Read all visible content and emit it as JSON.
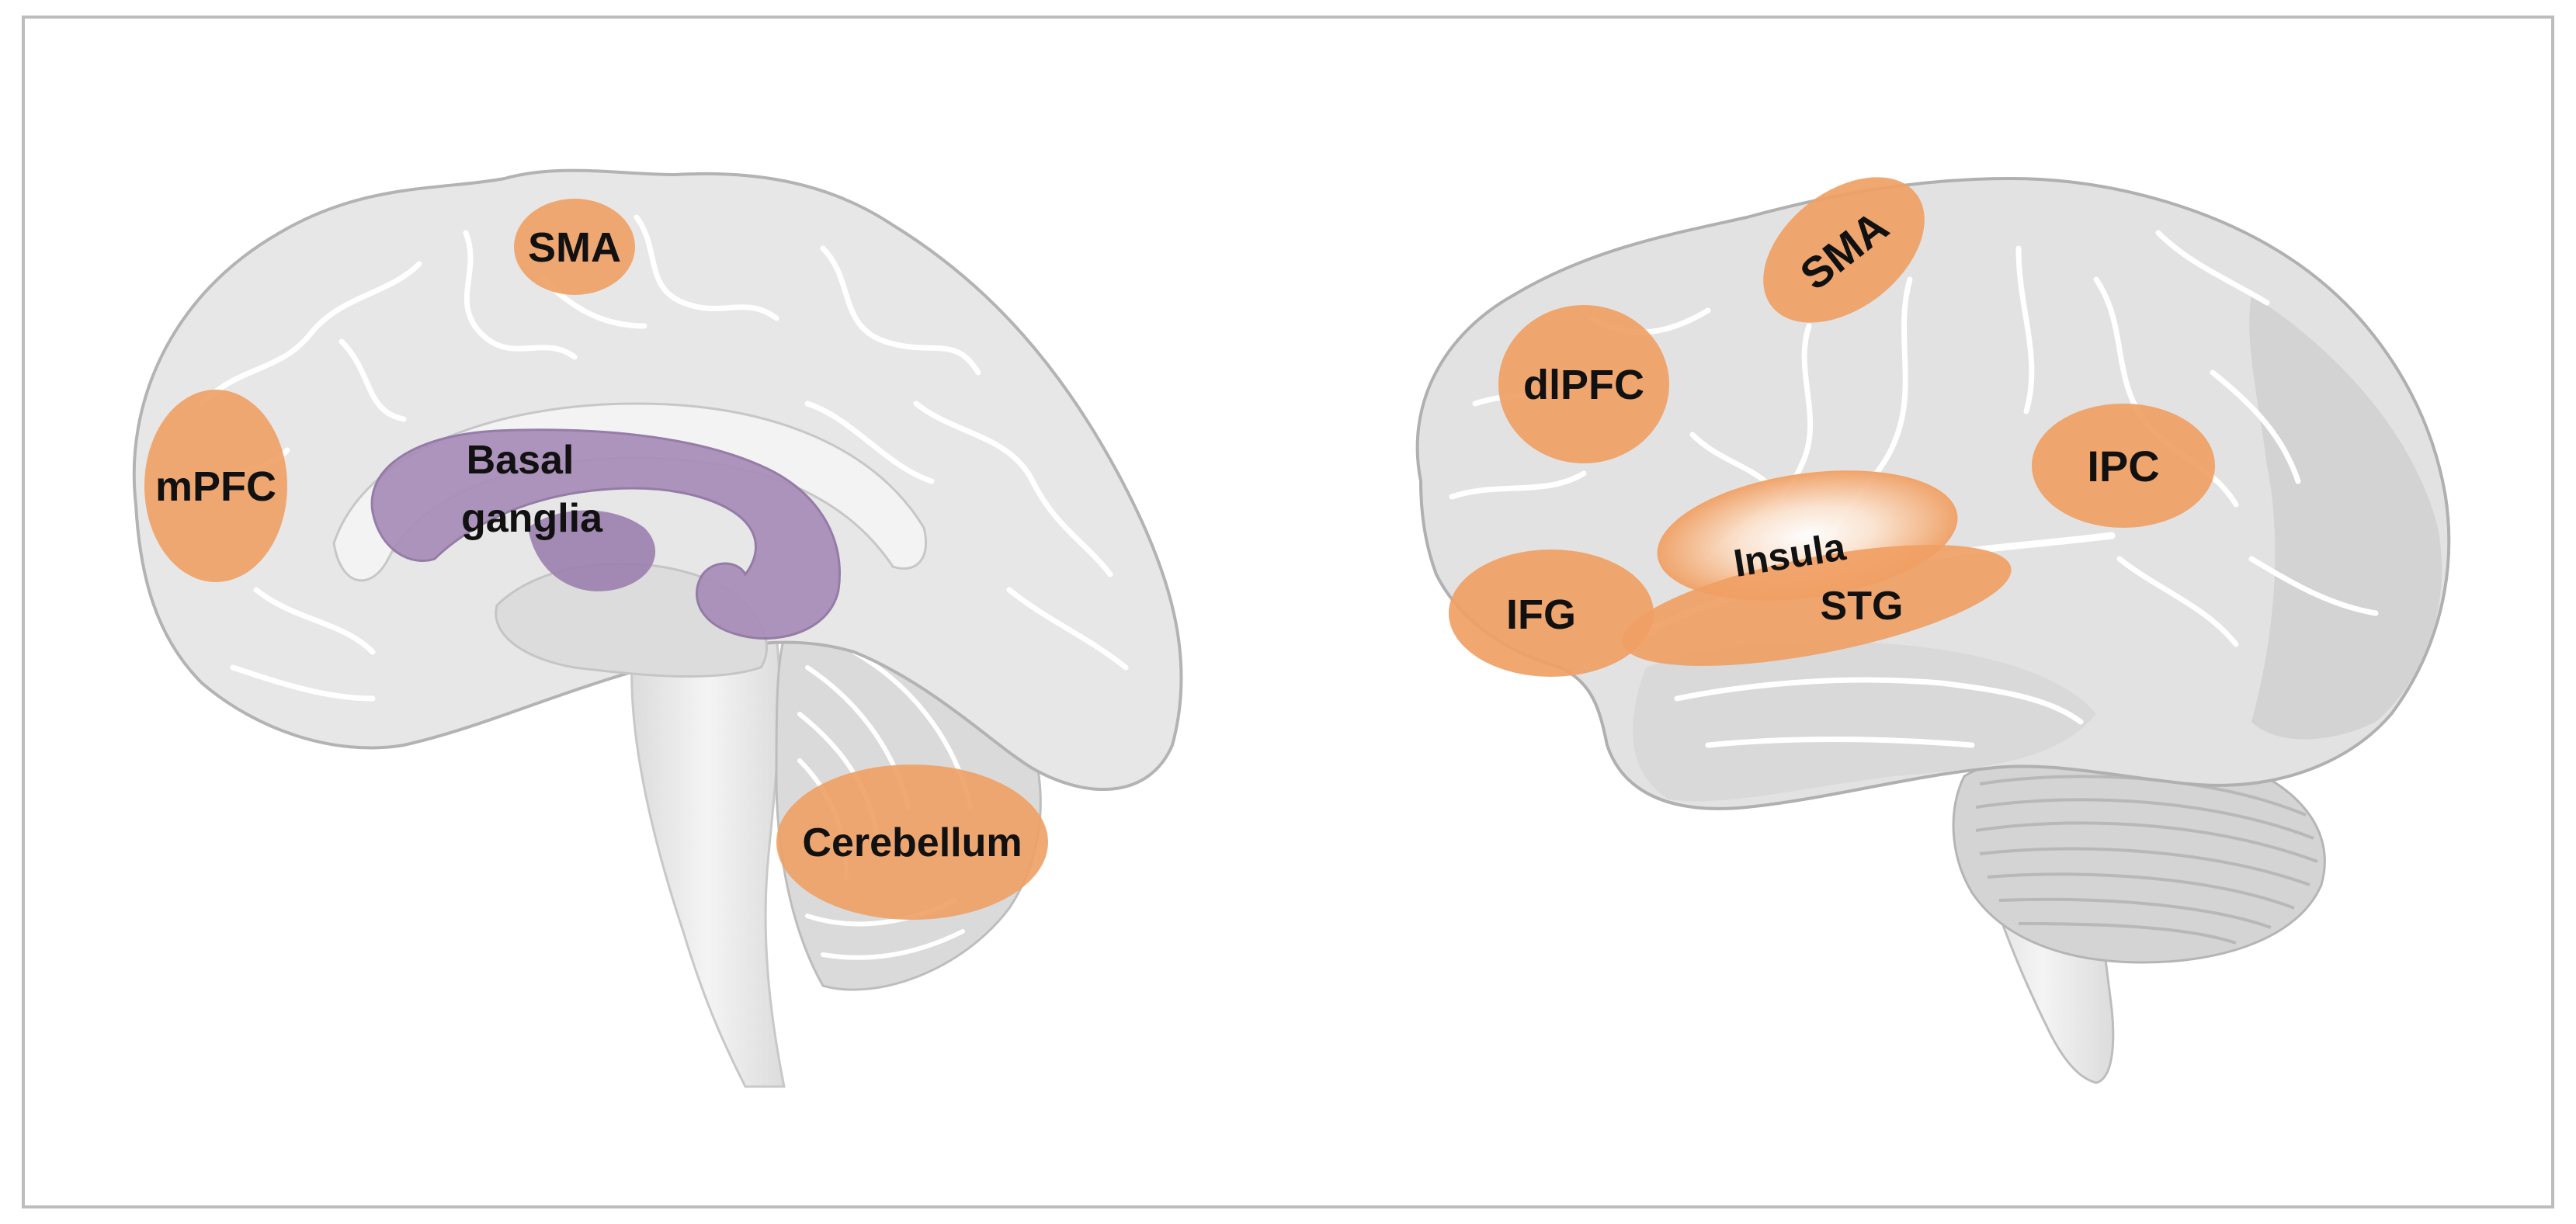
{
  "colors": {
    "frame": "#bdbdbd",
    "brain_fill": "#e6e6e6",
    "brain_shade": "#cfcfcf",
    "brain_outline": "#b0b0b0",
    "sulci": "#ffffff",
    "stem": "#ececec",
    "cerebellum": "#d9d9d9",
    "highlight": "#f0a064",
    "insula_center": "#ffffff",
    "basal_ganglia": "#a98fba",
    "label": "#111111"
  },
  "panels": [
    {
      "id": "sagittal",
      "regions": [
        {
          "id": "sma",
          "label": "SMA",
          "color": "#f0a064"
        },
        {
          "id": "mpfc",
          "label": "mPFC",
          "color": "#f0a064"
        },
        {
          "id": "basal-ganglia",
          "label_lines": [
            "Basal",
            "ganglia"
          ],
          "color": "#a98fba"
        },
        {
          "id": "cerebellum",
          "label": "Cerebellum",
          "color": "#f0a064"
        }
      ]
    },
    {
      "id": "lateral",
      "regions": [
        {
          "id": "sma",
          "label": "SMA",
          "color": "#f0a064"
        },
        {
          "id": "dlpfc",
          "label": "dlPFC",
          "color": "#f0a064"
        },
        {
          "id": "ipc",
          "label": "IPC",
          "color": "#f0a064"
        },
        {
          "id": "insula",
          "label": "Insula",
          "color": "#f0a064"
        },
        {
          "id": "ifg",
          "label": "IFG",
          "color": "#f0a064"
        },
        {
          "id": "stg",
          "label": "STG",
          "color": "#f0a064"
        }
      ]
    }
  ]
}
